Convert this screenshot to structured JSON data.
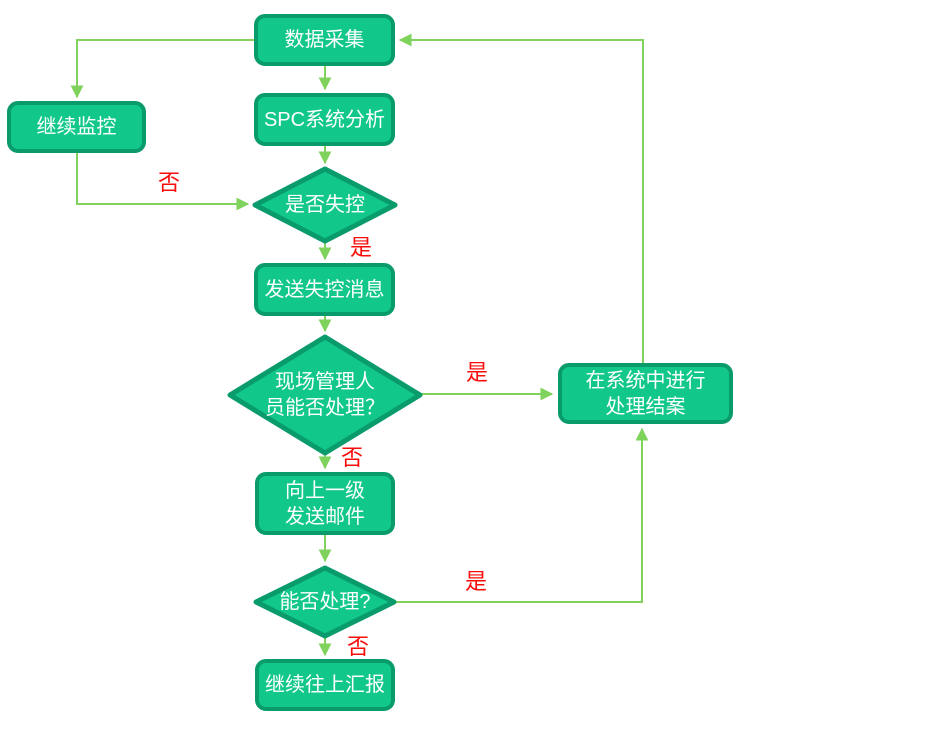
{
  "diagram": {
    "title": "SPC out-of-control handling flowchart",
    "colors": {
      "shape_fill": "#11c78a",
      "shape_border": "#0a9b6d",
      "connector": "#7fd25c",
      "edge_label": "#f70d0a",
      "shape_text": "#ffffff",
      "background": "#ffffff"
    },
    "nodes": {
      "data_collection": {
        "type": "process",
        "label": "数据采集"
      },
      "continue_monitoring": {
        "type": "process",
        "label": "继续监控"
      },
      "spc_analysis": {
        "type": "process",
        "label": "SPC系统分析"
      },
      "out_of_control": {
        "type": "decision",
        "label": "是否失控"
      },
      "send_message": {
        "type": "process",
        "label": "发送失控消息"
      },
      "site_manager_handle": {
        "type": "decision",
        "label": "现场管理人\n员能否处理？"
      },
      "process_in_system": {
        "type": "process",
        "label": "在系统中进行\n处理结案"
      },
      "send_email_up": {
        "type": "process",
        "label": "向上一级\n发送邮件"
      },
      "can_handle": {
        "type": "decision",
        "label": "能否处理?"
      },
      "report_upward": {
        "type": "process",
        "label": "继续往上汇报"
      }
    },
    "edge_labels": {
      "no_monitor": "否",
      "yes_control": "是",
      "yes_site": "是",
      "no_site": "否",
      "yes_handle": "是",
      "no_handle": "否"
    }
  }
}
